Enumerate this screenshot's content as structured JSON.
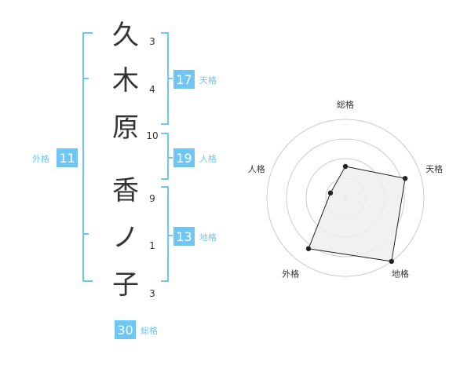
{
  "name": {
    "characters": [
      {
        "char": "久",
        "strokes": "3"
      },
      {
        "char": "木",
        "strokes": "4"
      },
      {
        "char": "原",
        "strokes": "10"
      },
      {
        "char": "香",
        "strokes": "9"
      },
      {
        "char": "ノ",
        "strokes": "1"
      },
      {
        "char": "子",
        "strokes": "3"
      }
    ]
  },
  "fortunes": {
    "tenkaku": {
      "value": "17",
      "label": "天格"
    },
    "jinkaku": {
      "value": "19",
      "label": "人格"
    },
    "chikaku": {
      "value": "13",
      "label": "地格"
    },
    "gaikaku": {
      "value": "11",
      "label": "外格"
    },
    "soukaku": {
      "value": "30",
      "label": "総格"
    }
  },
  "colors": {
    "accent": "#6ec6f5",
    "text": "#333333",
    "ring": "#cccccc",
    "fill": "#eeeeee"
  },
  "chart_data": {
    "type": "radar",
    "axes": [
      "総格",
      "天格",
      "地格",
      "外格",
      "人格"
    ],
    "levels": 4,
    "values": [
      2,
      4,
      5,
      4,
      1
    ],
    "max": 5
  }
}
